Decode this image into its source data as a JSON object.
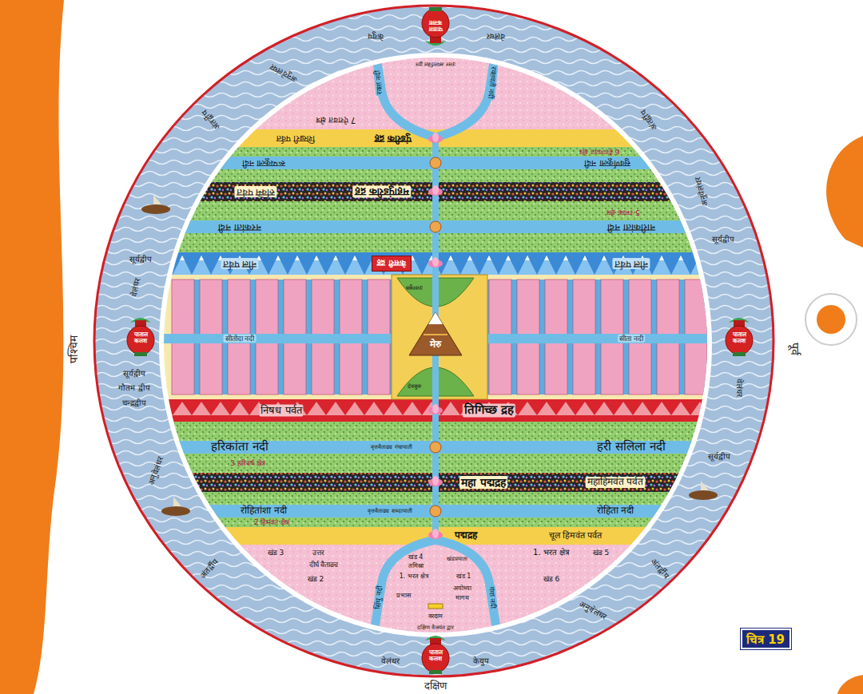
{
  "diagram": {
    "nodes": [
      {
        "text": [
          "पाताल कलश"
        ]
      },
      {
        "text": [
          "पाताल कलश"
        ]
      },
      {
        "text": [
          "पाताल कलश"
        ]
      },
      {
        "text": [
          "पाताल कलश"
        ]
      },
      {
        "text": [
          "केसरी द्रह"
        ]
      },
      {
        "text": [
          "मेरु"
        ]
      },
      {
        "text": [
          "चित्र 19"
        ]
      }
    ],
    "labels": [
      "पश्चिम",
      "पूर्व",
      "दक्षिण",
      "सूर्यद्वीप",
      "वेलंधर",
      "सूर्यद्वीप",
      "गौतम द्वीप",
      "चन्द्रद्वीप",
      "अनुवेलंधर",
      "अंतर्द्वीप",
      "वेलंधर",
      "केयुप",
      "अनुवेलंधर",
      "अंतर्द्वीप",
      "सूर्यद्वीप",
      "वेलंधर",
      "सूर्यद्वीप",
      "अनुवेलंधर",
      "अंतर्द्वीप",
      "वेलंधर",
      "केयुप",
      "अनुवेलंधर",
      "अंतर्द्वीप",
      "निषध पर्वत",
      "तिगिच्छ द्रह",
      "वृत्तवैताढ्य गंधापाती",
      "हरिकांता नदी",
      "हरी सलिला नदी",
      "3 हरिवर्ष क्षेत्र",
      "महा पद्मद्रह",
      "महाहिमवंत पर्वत",
      "वृत्तवैताढ्य शब्दापाती",
      "रोहितांशा नदी",
      "रोहिता नदी",
      "2 हिमवंत क्षेत्र",
      "पद्मद्रह",
      "चूल हिमवंत पर्वत",
      "खंड 3",
      "उत्तर",
      "दीर्घ वैताढ्य",
      "खंड 4",
      "तमिस्रा",
      "खंडप्रपाता",
      "1. भरत क्षेत्र",
      "खंड 5",
      "खंड 2",
      "1. भरत क्षेत्र",
      "खंड 1",
      "खंड 6",
      "प्रभास",
      "अयोध्या",
      "मागध",
      "वरदाम",
      "सिंधु नदी",
      "गंगा नदी",
      "दक्षिण वैजयंत द्वार",
      "सीतोदा नदी",
      "सीता नदी",
      "देवकुरु",
      "उत्तरकुरु",
      "नील पर्वत",
      "नील पर्वत",
      "नरकांता नदी",
      "नारीकांता नदी",
      "5 रम्यक क्षेत्र",
      "रुक्मि पर्वत",
      "महापुंडरीक द्रह",
      "रूप्यकूला नदी",
      "सुवर्णकूला नदी",
      "6 हैरण्यवत क्षेत्र",
      "शिखरी पर्वत",
      "पुंडरीक द्रह",
      "7 ऐरावत क्षेत्र",
      "रक्ता नदी",
      "रक्तवती नदी",
      "उत्तर अपराजित द्वार"
    ]
  }
}
